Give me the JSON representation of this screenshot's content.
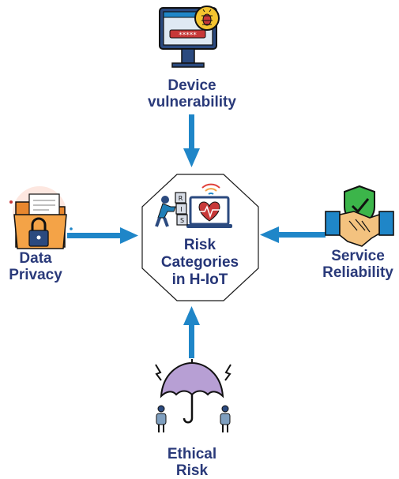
{
  "center": {
    "line1": "Risk",
    "line2": "Categories",
    "line3": "in H-IoT"
  },
  "nodes": {
    "device": {
      "line1": "Device",
      "line2": "vulnerability",
      "icon": "monitor-bug-icon"
    },
    "privacy": {
      "line1": "Data",
      "line2": "Privacy",
      "icon": "locked-folder-icon"
    },
    "service": {
      "line1": "Service",
      "line2": "Reliability",
      "icon": "handshake-shield-icon"
    },
    "ethical": {
      "line1": "Ethical",
      "line2": "Risk",
      "icon": "umbrella-people-icon"
    }
  },
  "center_icon": "risk-heart-laptop-icon",
  "colors": {
    "arrow": "#1f86c8",
    "label": "#2a3a7a",
    "outline": "#111111"
  }
}
